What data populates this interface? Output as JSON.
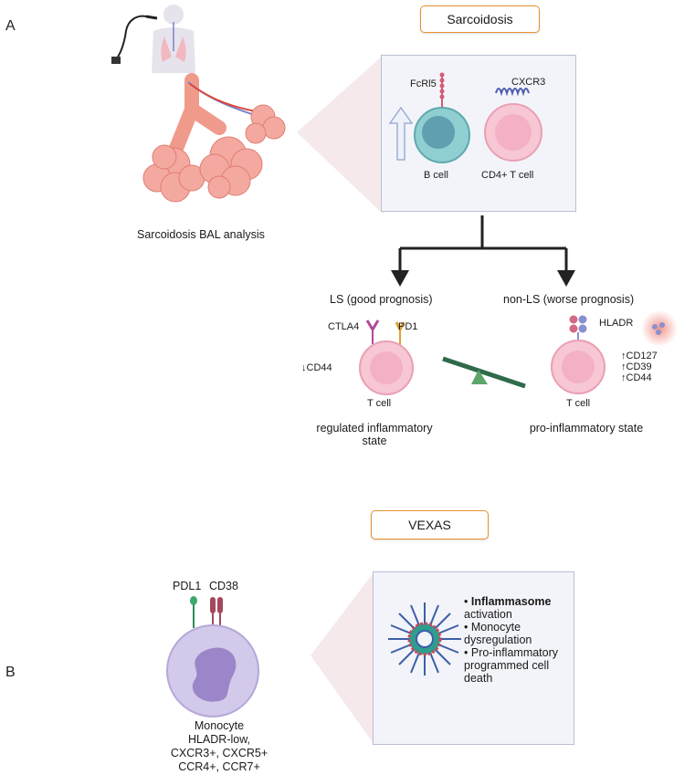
{
  "panel_a": {
    "letter": "A",
    "disease_tag": "Sarcoidosis",
    "bal_label": "Sarcoidosis BAL analysis",
    "b_cell_receptor": "FcRl5",
    "b_cell_label": "B cell",
    "t_cell_receptor": "CXCR3",
    "t_cell_label": "CD4+ T cell",
    "ls_title": "LS (good prognosis)",
    "nonls_title": "non-LS (worse prognosis)",
    "ls_markers": {
      "ctla4": "CTLA4",
      "pd1": "PD1",
      "cd44": "CD44"
    },
    "ls_cell_label": "T cell",
    "ls_state": "regulated inflammatory state",
    "nonls_markers": {
      "hladr": "HLADR",
      "cd127": "CD127",
      "cd39": "CD39",
      "cd44": "CD44"
    },
    "nonls_cell_label": "T cell",
    "nonls_state": "pro-inflammatory state"
  },
  "panel_b": {
    "letter": "B",
    "disease_tag": "VEXAS",
    "pdl1": "PDL1",
    "cd38": "CD38",
    "monocyte_label": [
      "Monocyte",
      "HLADR-low,",
      "CXCR3+, CXCR5+",
      "CCR4+, CCR7+"
    ],
    "bullets": [
      {
        "bold": "Inflammasome",
        "rest": "activation"
      },
      {
        "bold": "",
        "rest": "Monocyte dysregulation"
      },
      {
        "bold": "",
        "rest": "Pro-inflammatory programmed cell death"
      }
    ]
  },
  "colors": {
    "accent_orange": "#e8912e",
    "box_border": "#b9c0d4",
    "lung_pink": "#f4a9a0",
    "bcell_teal": "#7fc4c9",
    "tcell_pink": "#f7c7d3",
    "monocyte_purple": "#c3b6e0",
    "seesaw_green": "#2f6b4b"
  }
}
